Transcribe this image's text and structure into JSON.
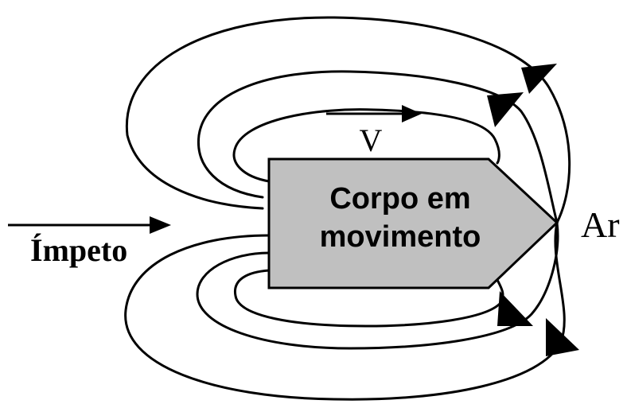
{
  "labels": {
    "velocity": "V",
    "body_line1": "Corpo em",
    "body_line2": "movimento",
    "impulse": "Ímpeto",
    "air": "Ar"
  },
  "colors": {
    "body_fill": "#c0c0c0",
    "stroke": "#000000",
    "background": "#ffffff"
  },
  "icons": {
    "flow_direction": "triangle-arrowhead",
    "velocity_arrow": "right-arrow",
    "impulse_arrow": "right-arrow"
  }
}
